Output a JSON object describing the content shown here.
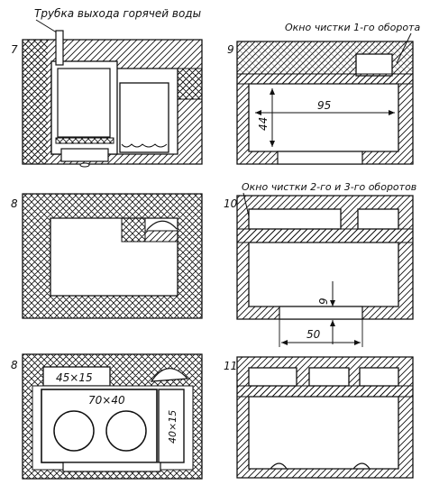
{
  "captions": {
    "hot_water_pipe": "Трубка выхода горячей воды",
    "cleanout_1": "Окно чистки 1-го оборота",
    "cleanout_2_3": "Окно чистки 2-го и 3-го оборотов"
  },
  "panels": {
    "p1": {
      "number": "7"
    },
    "p2": {
      "number": "9",
      "dim_width": "95",
      "dim_height": "44"
    },
    "p3": {
      "number": "8"
    },
    "p4": {
      "number": "10",
      "dim_height": "9",
      "dim_width": "50"
    },
    "p5": {
      "number": "8",
      "dim_small": "45×15",
      "dim_plate": "70×40",
      "dim_side": "40×15"
    },
    "p6": {
      "number": "11"
    }
  }
}
